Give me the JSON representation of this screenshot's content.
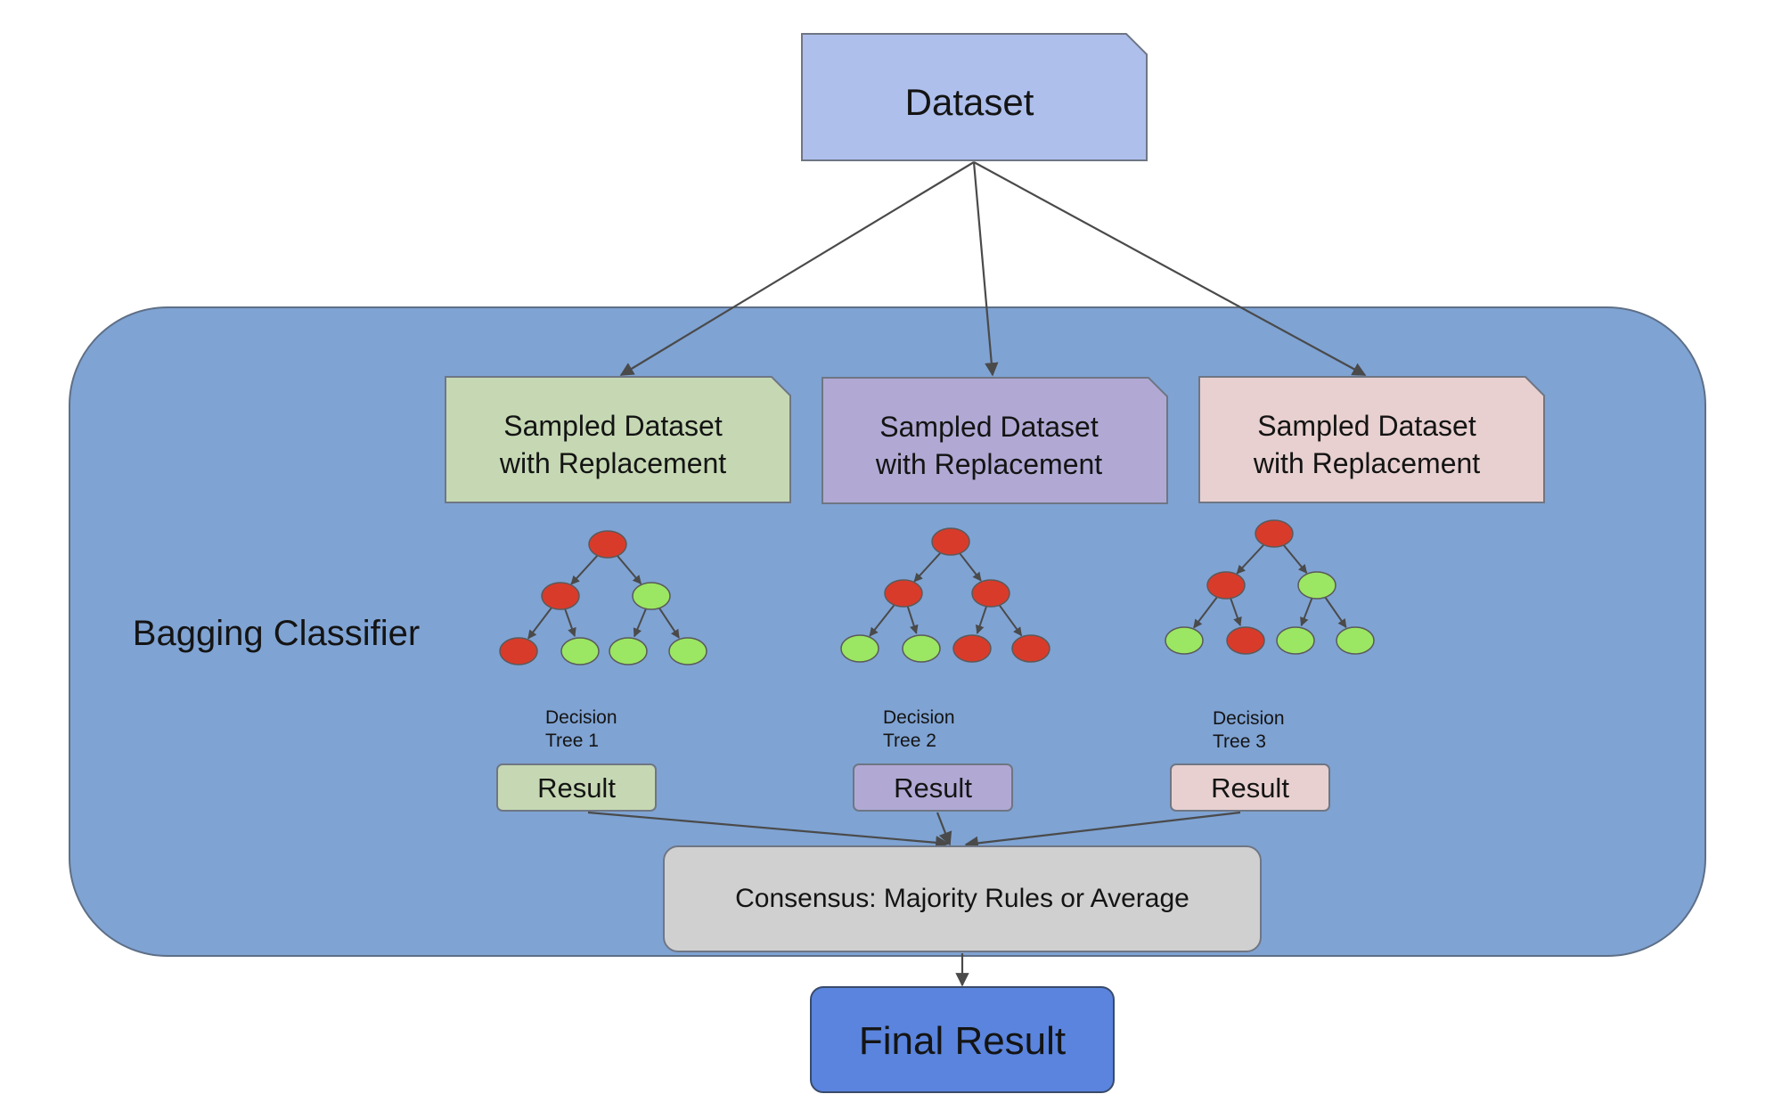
{
  "diagram": {
    "dataset_label": "Dataset",
    "container_label": "Bagging Classifier",
    "branches": [
      {
        "sample_label_line1": "Sampled Dataset",
        "sample_label_line2": "with Replacement",
        "tree_label_line1": "Decision",
        "tree_label_line2": "Tree 1",
        "result_label": "Result",
        "fill": "#c5d8b3",
        "nodes": [
          "red",
          "red",
          "green",
          "red",
          "green",
          "green",
          "green"
        ]
      },
      {
        "sample_label_line1": "Sampled Dataset",
        "sample_label_line2": "with Replacement",
        "tree_label_line1": "Decision",
        "tree_label_line2": "Tree 2",
        "result_label": "Result",
        "fill": "#b1a9d4",
        "nodes": [
          "red",
          "red",
          "red",
          "green",
          "green",
          "red",
          "red"
        ]
      },
      {
        "sample_label_line1": "Sampled Dataset",
        "sample_label_line2": "with Replacement",
        "tree_label_line1": "Decision",
        "tree_label_line2": "Tree 3",
        "result_label": "Result",
        "fill": "#e8d0d0",
        "nodes": [
          "red",
          "red",
          "green",
          "green",
          "red",
          "green",
          "green"
        ]
      }
    ],
    "consensus_label": "Consensus: Majority Rules or Average",
    "final_label": "Final Result",
    "colors": {
      "container": "#7fa3d3",
      "dataset": "#aebfec",
      "consensus": "#d0d0d0",
      "final": "#5a84dd",
      "node_red": "#d93b2b",
      "node_green": "#9be662",
      "edge": "#4a4a4a"
    }
  }
}
